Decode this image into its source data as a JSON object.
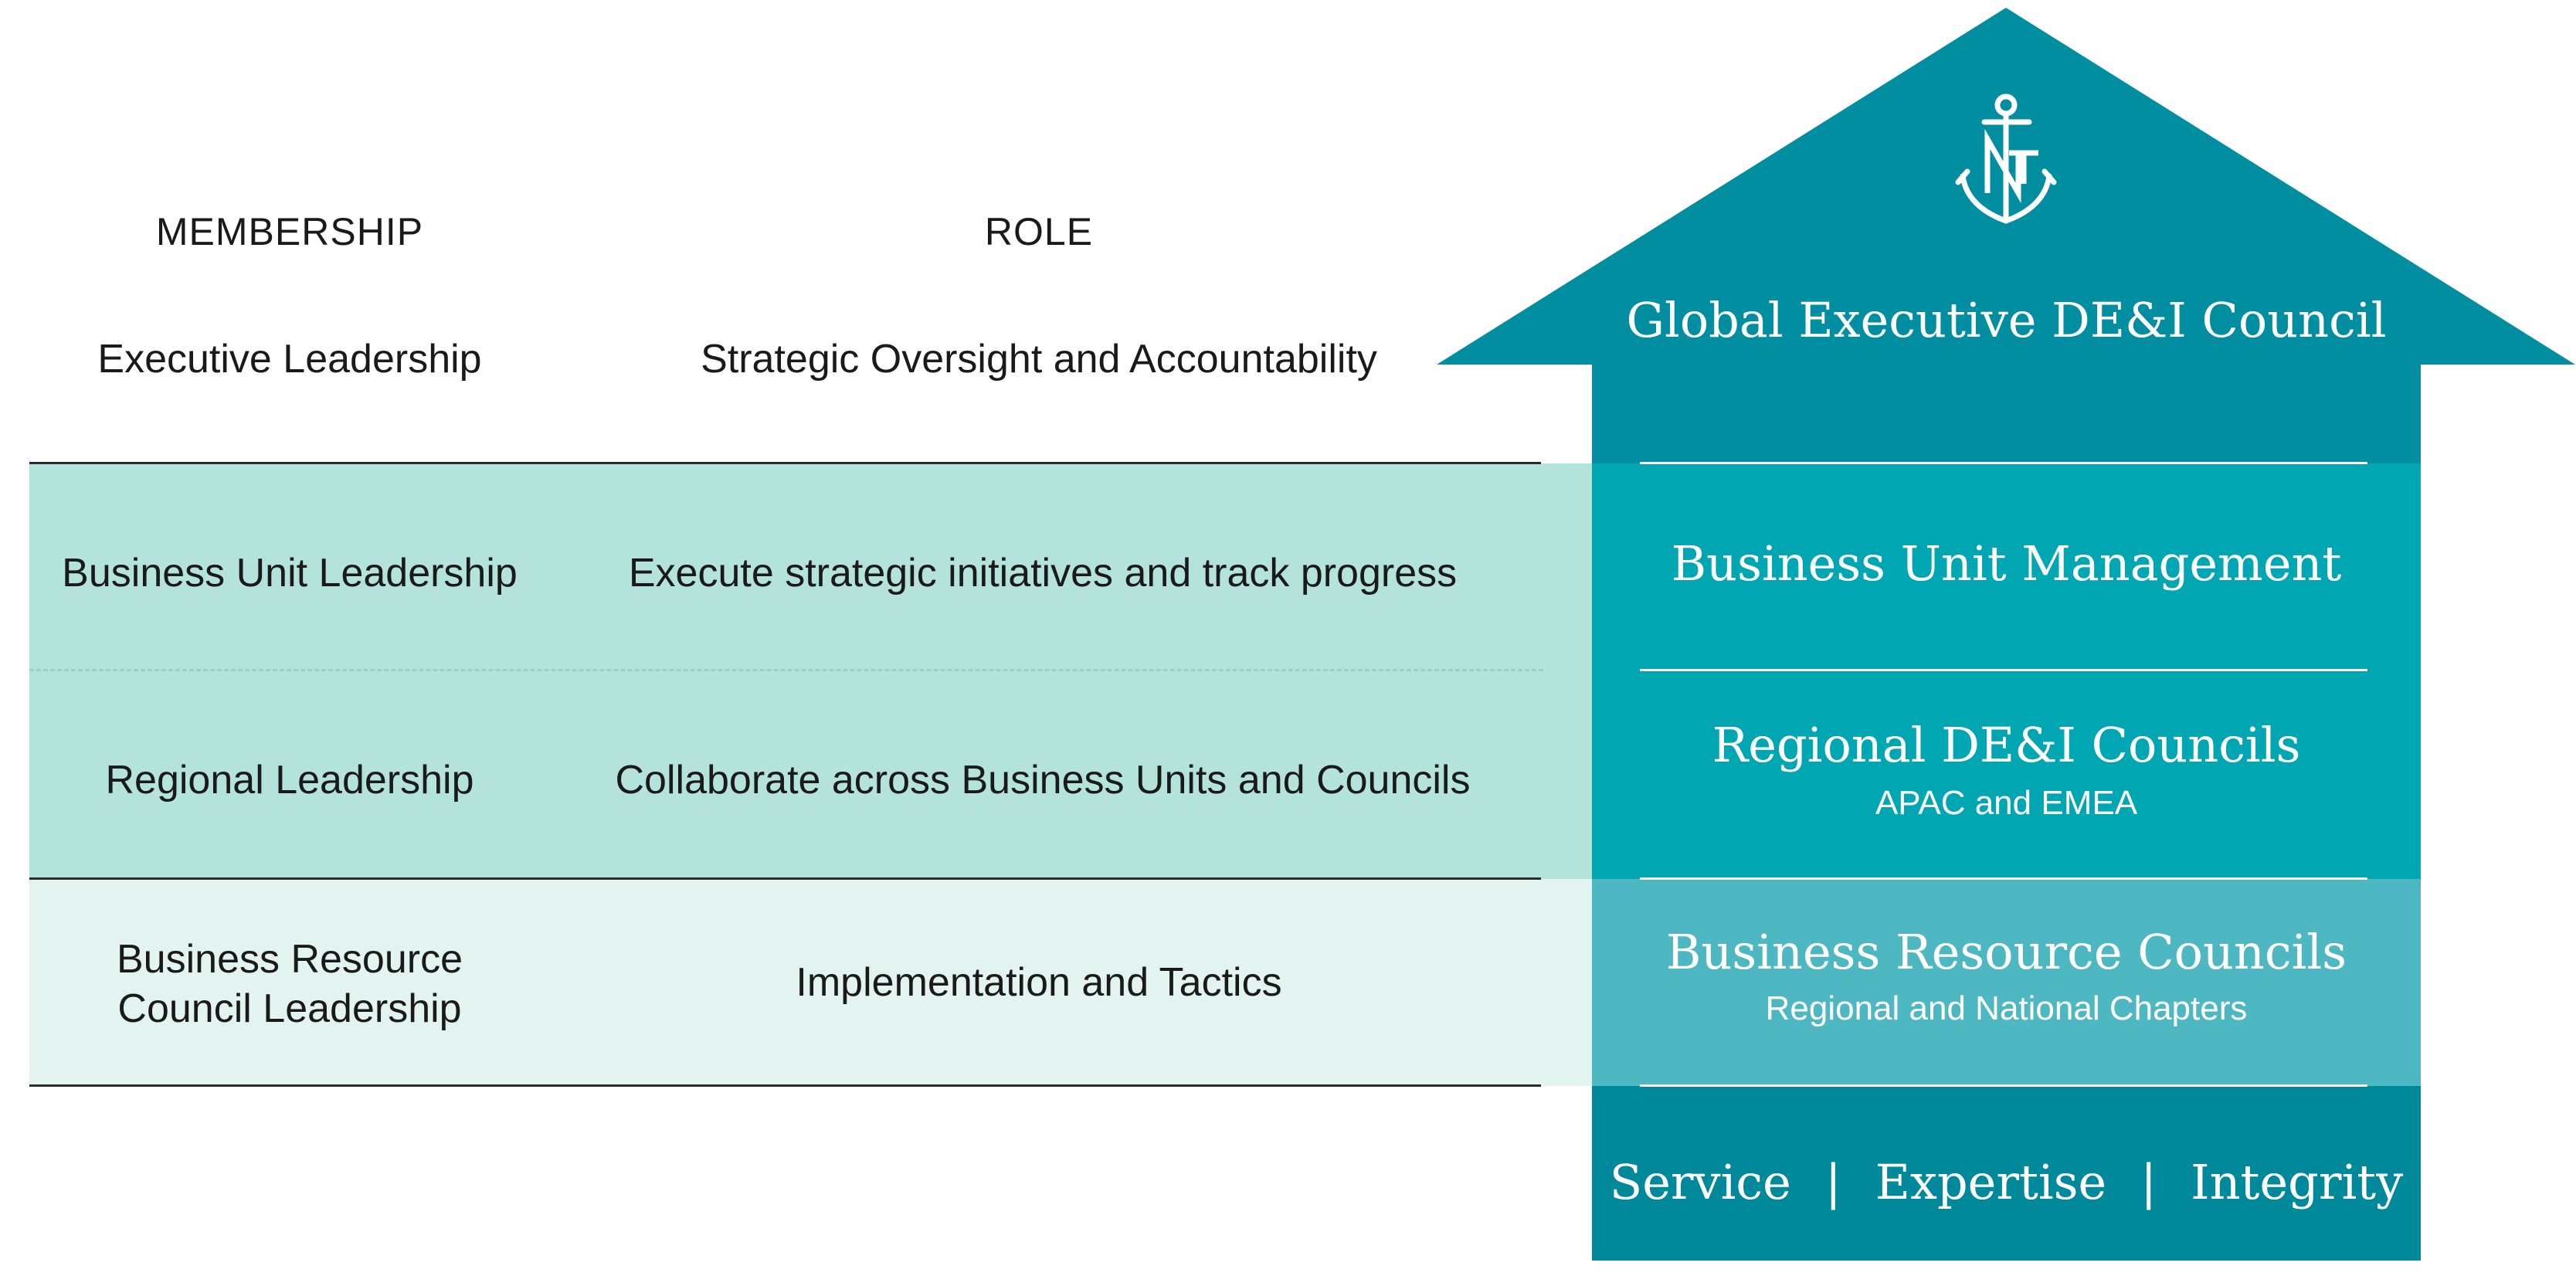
{
  "colors": {
    "roof": "#008ea0",
    "band_light_teal": "#b3e3da",
    "band_pale": "#e3f3ef",
    "house_mid": "#00a7b3",
    "house_light": "#4db8c2",
    "house_dark": "#00889b"
  },
  "headers": {
    "membership": "MEMBERSHIP",
    "role": "ROLE"
  },
  "rows": [
    {
      "membership": "Executive Leadership",
      "role": "Strategic Oversight and Accountability",
      "house_title": "Global Executive DE&I Council"
    },
    {
      "membership": "Business Unit Leadership",
      "role": "Execute strategic initiatives and track progress",
      "house_title": "Business Unit Management"
    },
    {
      "membership": "Regional Leadership",
      "role": "Collaborate across Business Units and Councils",
      "house_title": "Regional DE&I Councils",
      "house_subtitle": "APAC and EMEA"
    },
    {
      "membership_line1": "Business Resource",
      "membership_line2": "Council Leadership",
      "role": "Implementation and Tactics",
      "house_title": "Business Resource Councils",
      "house_subtitle": "Regional and National Chapters"
    }
  ],
  "foundation": {
    "value1": "Service",
    "sep": "|",
    "value2": "Expertise",
    "value3": "Integrity"
  },
  "logo": {
    "icon": "anchor-nt-logo"
  }
}
